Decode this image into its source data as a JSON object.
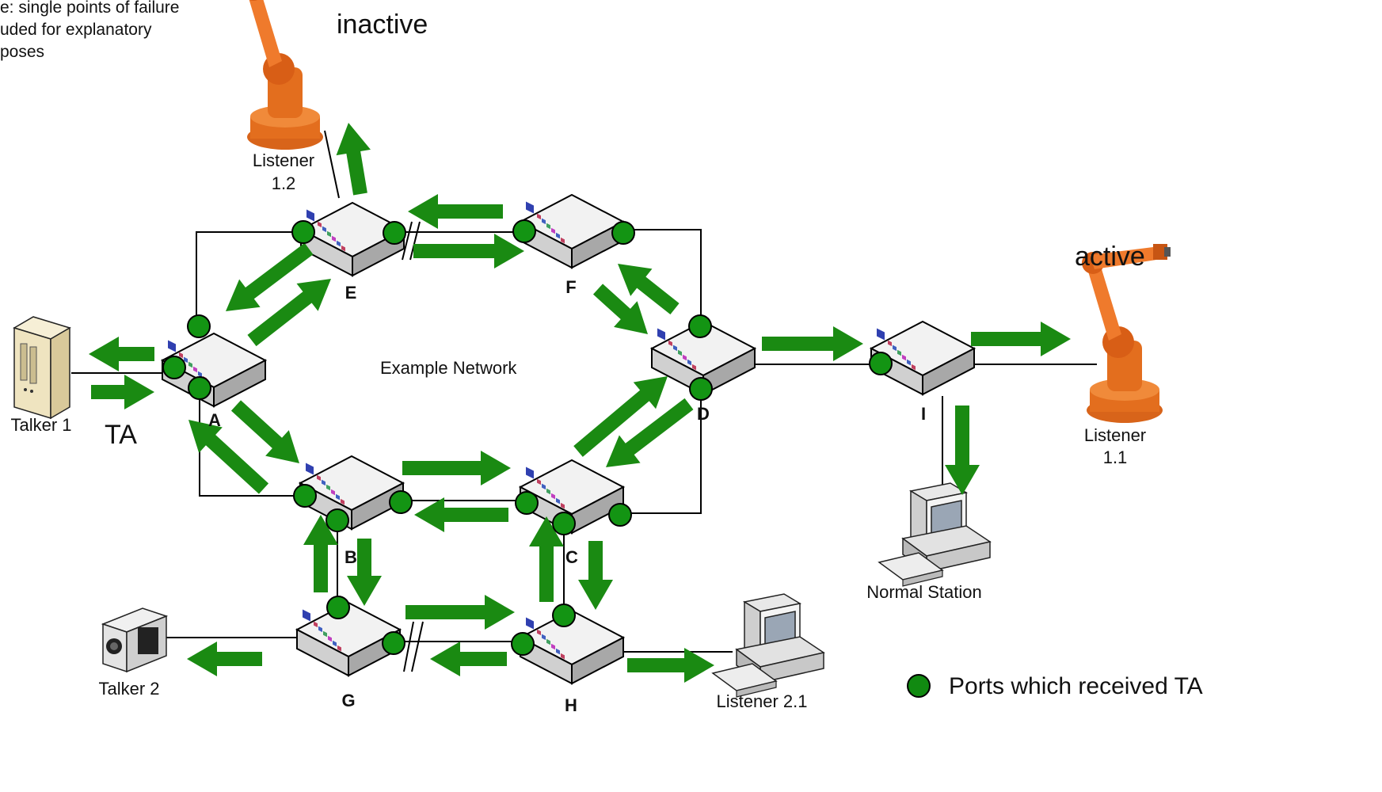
{
  "note": {
    "lines": [
      "e: single points of failure",
      "uded for explanatory",
      "poses"
    ]
  },
  "center_label": "Example Network",
  "status": {
    "inactive": "inactive",
    "active": "active"
  },
  "ta_label": "TA",
  "devices": {
    "talker1": "Talker 1",
    "talker2": "Talker 2",
    "listener12": [
      "Listener",
      "1.2"
    ],
    "listener11": [
      "Listener",
      "1.1"
    ],
    "listener21": "Listener 2.1",
    "normal_station": "Normal Station"
  },
  "bridges": {
    "A": "A",
    "B": "B",
    "C": "C",
    "D": "D",
    "E": "E",
    "F": "F",
    "G": "G",
    "H": "H",
    "I": "I"
  },
  "legend": {
    "text": "Ports which received TA",
    "color": "#118a11"
  },
  "colors": {
    "arrow": "#1a8a12",
    "port": "#139413",
    "robot": "#e36e1e"
  }
}
